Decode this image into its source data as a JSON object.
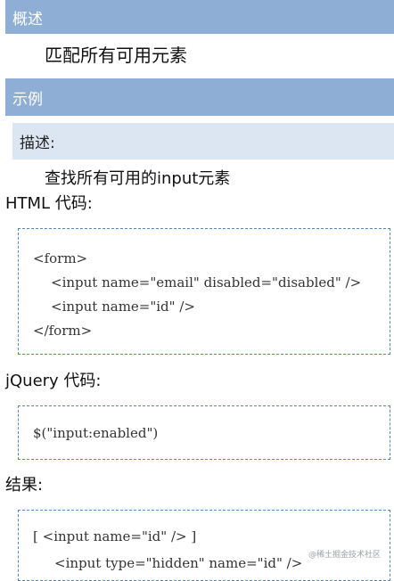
{
  "overview": {
    "header": "概述",
    "summary": "匹配所有可用元素"
  },
  "example": {
    "header": "示例",
    "desc_label": "描述:",
    "desc_text": "查找所有可用的input元素"
  },
  "html_code": {
    "label": "HTML 代码:",
    "lines": [
      "<form>",
      "<input name=\"email\" disabled=\"disabled\" />",
      "<input name=\"id\" />",
      "</form>"
    ]
  },
  "jquery_code": {
    "label": "jQuery 代码:",
    "code": "$(\"input:enabled\")"
  },
  "result": {
    "label": "结果:",
    "code": "[ <input name=\"id\" /> ]",
    "partial_line": "<input type=\"hidden\" name=\"id\" />"
  },
  "watermark": "@稀土掘金技术社区"
}
